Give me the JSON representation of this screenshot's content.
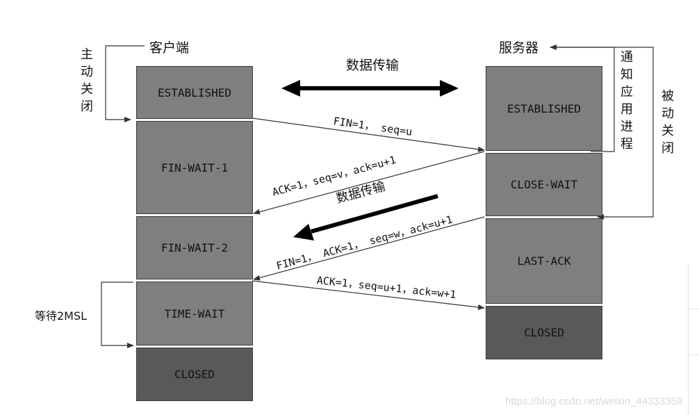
{
  "client": {
    "title": "客户端",
    "side_label": "主\n动\n关\n闭",
    "states": [
      "ESTABLISHED",
      "FIN-WAIT-1",
      "FIN-WAIT-2",
      "TIME-WAIT",
      "CLOSED"
    ],
    "wait_label": "等待2MSL"
  },
  "server": {
    "title": "服务器",
    "notify_label": "通\n知\n应\n用\n进\n程",
    "side_label": "被\n动\n关\n闭",
    "states": [
      "ESTABLISHED",
      "CLOSE-WAIT",
      "LAST-ACK",
      "CLOSED"
    ]
  },
  "data_transfer_top": "数据传输",
  "data_transfer_mid": "数据传输",
  "messages": {
    "fin1": "FIN=1， seq=u",
    "ack1": "ACK=1，seq=v，ack=u+1",
    "fin2": "FIN=1， ACK=1， seq=w，ack=u+1",
    "ack2": "ACK=1，seq=u+1，ack=w+1"
  },
  "watermark": "https://blog.csdn.net/weixin_44333359",
  "colors": {
    "state_box": "#7f7f7f",
    "closed_box": "#595959",
    "line": "#333333"
  }
}
